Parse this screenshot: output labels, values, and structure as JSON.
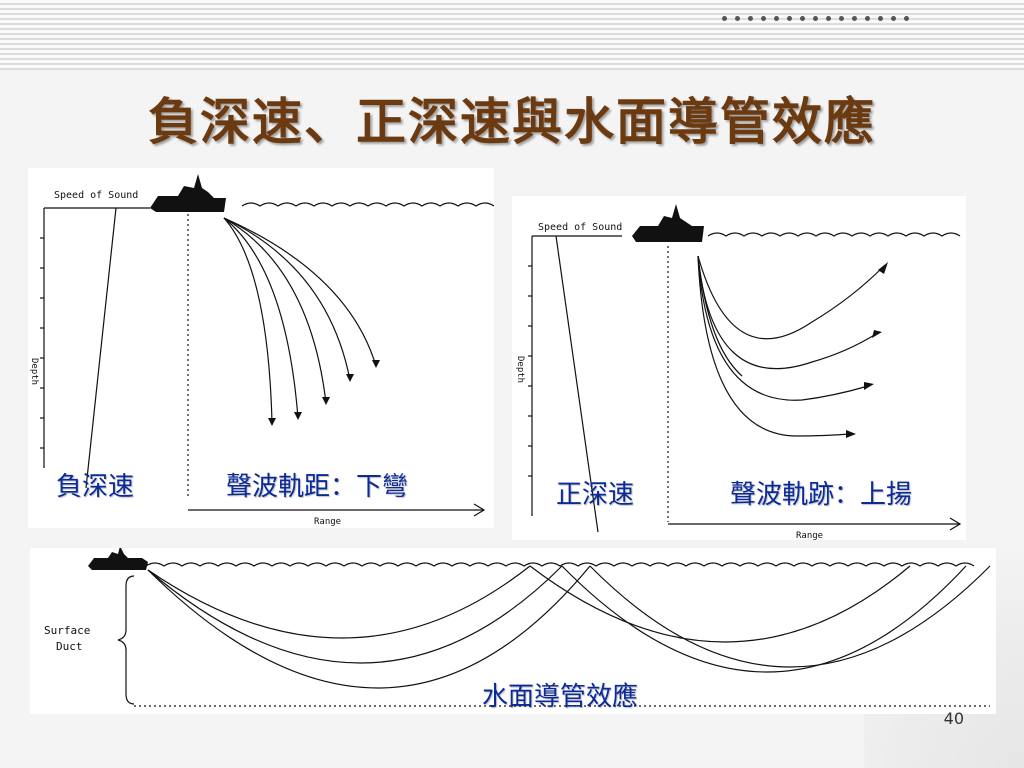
{
  "slide": {
    "title": "負深速、正深速與水面導管效應",
    "page_number": "40"
  },
  "panel_negative": {
    "speed_label": "Speed of Sound",
    "depth_label": "Depth",
    "range_label": "Range",
    "caption_left": "負深速",
    "caption_right": "聲波軌距：下彎"
  },
  "panel_positive": {
    "speed_label": "Speed of Sound",
    "depth_label": "Depth",
    "range_label": "Range",
    "caption_left": "正深速",
    "caption_right": "聲波軌跡：上揚"
  },
  "panel_duct": {
    "duct_label_line1": "Surface",
    "duct_label_line2": "Duct",
    "caption": "水面導管效應"
  },
  "colors": {
    "title": "#6b3a10",
    "caption": "#0a2a9a",
    "ink": "#111111"
  }
}
